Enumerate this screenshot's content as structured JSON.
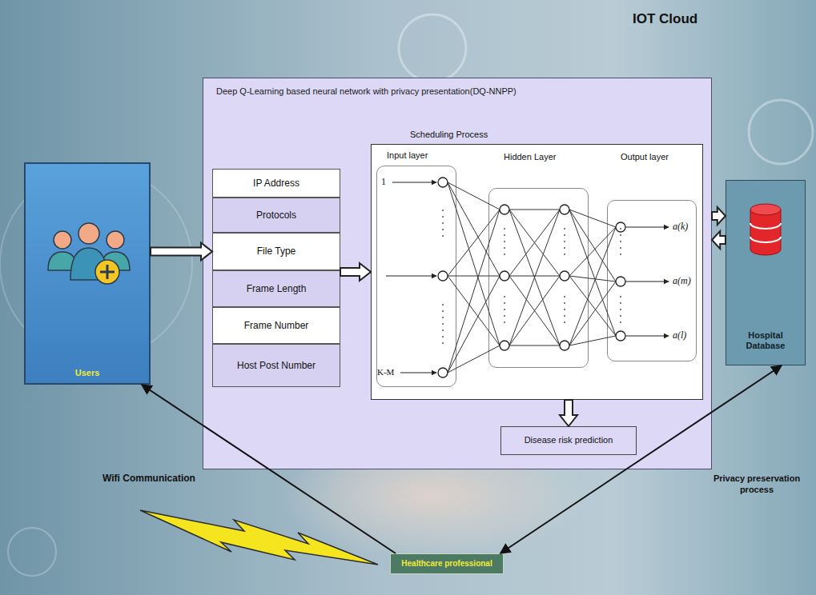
{
  "diagram": {
    "title": "IOT Cloud",
    "nodes": [
      {
        "text": [
          "Users"
        ]
      },
      {
        "text": [
          "Deep Q-Learning based neural network with privacy presentation(DQ-NNPP)"
        ]
      },
      {
        "text": [
          "IP Address"
        ],
        "in": 1
      },
      {
        "text": [
          "Protocols"
        ],
        "in": 1
      },
      {
        "text": [
          "File Type"
        ],
        "in": 1
      },
      {
        "text": [
          "Frame Length"
        ],
        "in": 1
      },
      {
        "text": [
          "Frame Number"
        ],
        "in": 1
      },
      {
        "text": [
          "Host Post Number"
        ],
        "in": 1
      },
      {
        "text": [
          "Scheduling Process"
        ],
        "in": 1
      },
      {
        "text": [
          "Input layer"
        ],
        "in": 8
      },
      {
        "text": [
          "Hidden Layer"
        ],
        "in": 8
      },
      {
        "text": [
          "Output layer"
        ],
        "in": 8
      },
      {
        "text": [
          "Disease risk prediction"
        ],
        "in": 1
      },
      {
        "text": [
          "Hospital Database"
        ]
      },
      {
        "text": [
          "Healthcare professional"
        ]
      }
    ],
    "edges": [
      {
        "from": 0,
        "to": 4,
        "arrow": "to"
      },
      {
        "from": 4,
        "to": 8,
        "arrow": "to"
      },
      {
        "from": 8,
        "to": 12,
        "arrow": "to"
      },
      {
        "from": 1,
        "to": 13,
        "arrow": "to"
      },
      {
        "from": 13,
        "to": 1,
        "arrow": "to"
      },
      {
        "from": 14,
        "to": 0,
        "arrow": "to"
      },
      {
        "from": 14,
        "to": 13,
        "arrow": "both"
      }
    ],
    "labels": [
      "1",
      "K-M",
      "a(k)",
      "a(m)",
      "a(l)",
      "Wifi Communication",
      "Privacy preservation process"
    ]
  }
}
